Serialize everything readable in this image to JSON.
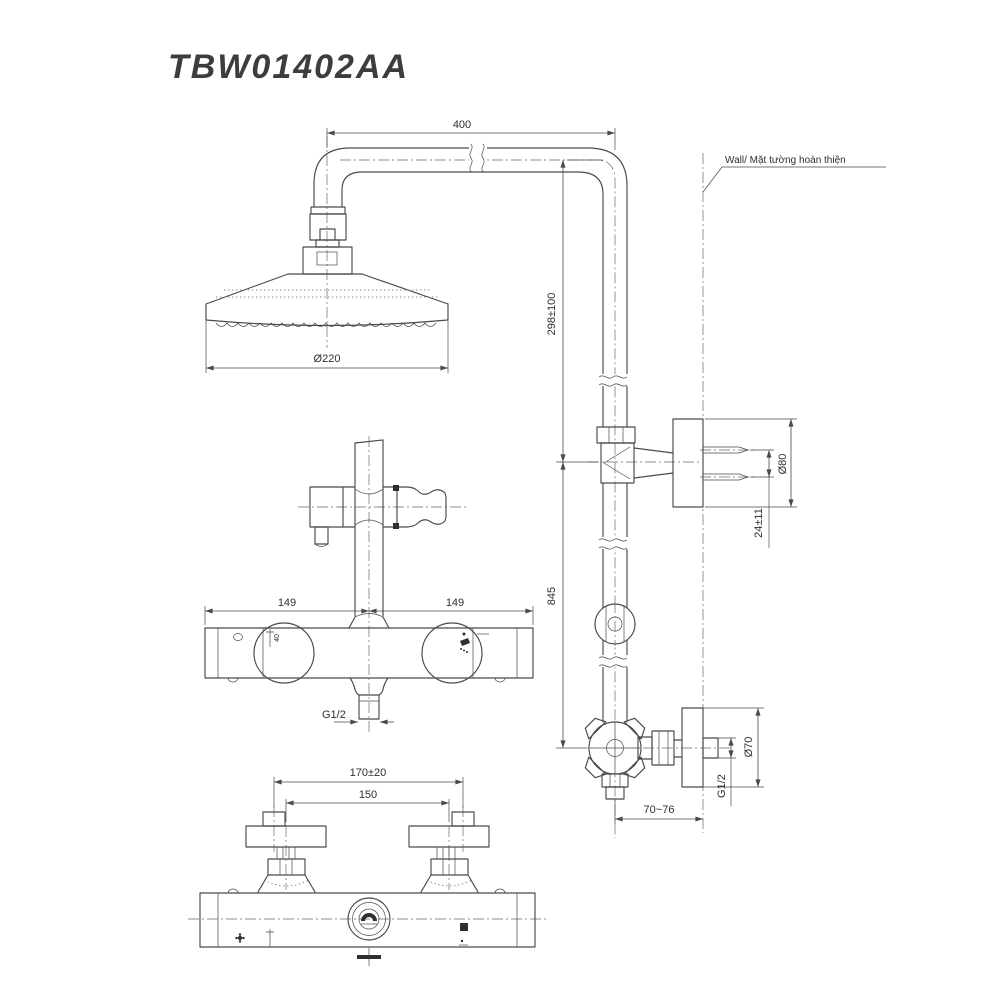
{
  "title": "TBW01402AA",
  "wall_label": "Wall/ Mặt tường hoàn thiện",
  "dimensions": {
    "arm_length": "400",
    "upper_pipe_height": "298±100",
    "lower_pipe_height": "845",
    "shower_head_diameter": "Ø220",
    "bracket_flange_diameter": "Ø80",
    "bracket_screw_spacing": "24±11",
    "valve_center_to_wall": "70~76",
    "wall_flange_diameter": "Ø70",
    "wall_thread_size": "G1/2",
    "mixer_left_width": "149",
    "mixer_right_width": "149",
    "outlet_thread_size": "G1/2",
    "wall_supply_spacing": "170±20",
    "union_spacing": "150",
    "temperature_marking": "40"
  },
  "colors": {
    "line": "#4a4a4a",
    "text": "#2e2e2e",
    "title": "#3d3d3d",
    "background": "#ffffff"
  }
}
